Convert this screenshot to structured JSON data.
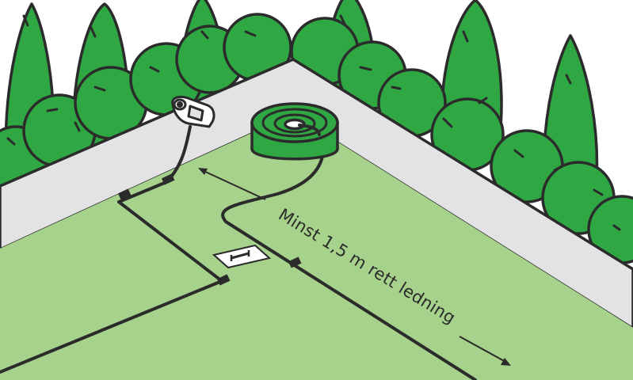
{
  "illustration": {
    "caption": "Minst 1,5 m rett ledning",
    "colors": {
      "lawn": "#a6d28c",
      "border": "#e3e3e6",
      "bush": "#2fa844",
      "outline": "#2b2b2b",
      "spool": "#2fa844",
      "marker": "#ffffff"
    },
    "elements": [
      "boundary-wire",
      "wire-spool",
      "charging-station",
      "wire-connectors",
      "hedge",
      "lawn",
      "paved-border"
    ]
  }
}
